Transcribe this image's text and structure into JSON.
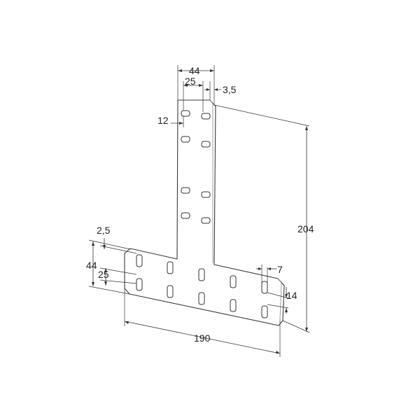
{
  "diagram": {
    "dimensions": {
      "top_width": "44",
      "top_slot_spacing": "25",
      "top_edge_offset": "3,5",
      "top_slot_drop": "12",
      "height": "204",
      "left_edge_offset": "2,5",
      "base_height": "44",
      "base_slot_spacing": "25",
      "right_slot_offset": "7",
      "right_slot_length": "14",
      "base_width": "190"
    },
    "colors": {
      "line": "#333333",
      "plate": "#ffffff",
      "background": "#ffffff"
    }
  }
}
